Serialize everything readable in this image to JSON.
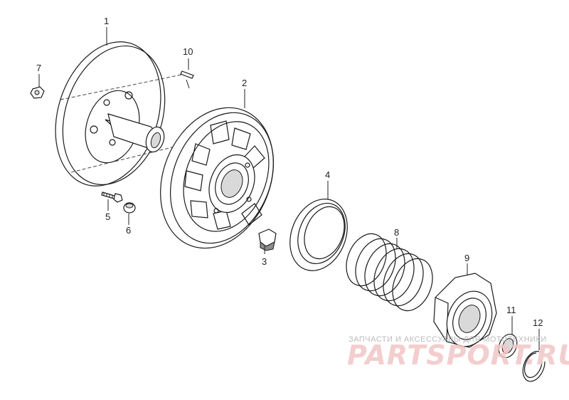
{
  "part_labels": {
    "p1": "1",
    "p2": "2",
    "p3": "3",
    "p4": "4",
    "p5": "5",
    "p6": "6",
    "p7": "7",
    "p8": "8",
    "p9": "9",
    "p10": "10",
    "p11": "11",
    "p12": "12"
  },
  "watermark": {
    "tagline": "ЗАПЧАСТИ И АКСЕССУАРЫ ДЛЯ МОТОТЕХНИКИ",
    "brand": "PARTSPORT.RU"
  }
}
